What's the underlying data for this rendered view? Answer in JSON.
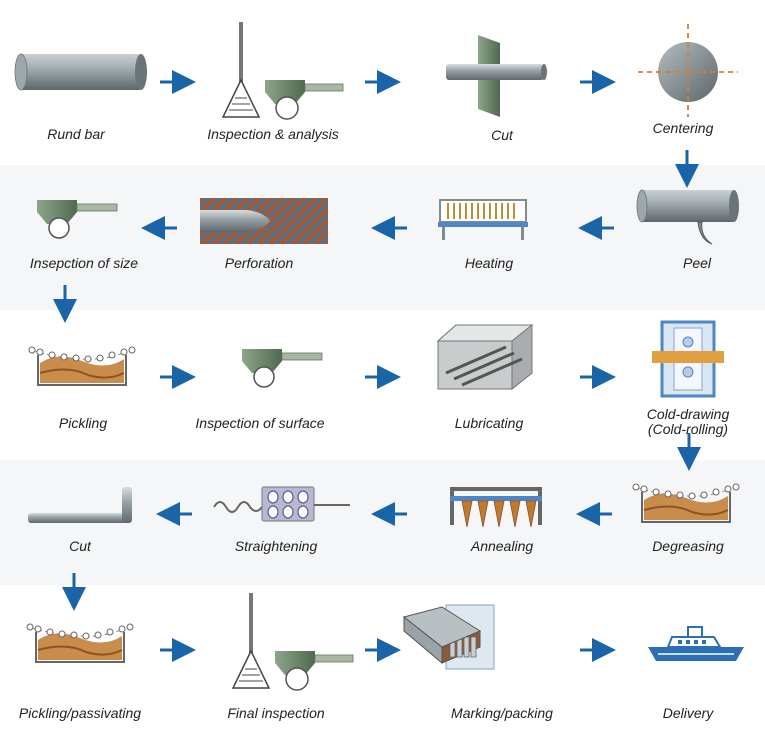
{
  "colors": {
    "arrow": "#1a64a8",
    "steel": "#7f8c8d",
    "green": "#5f7a5f",
    "copper": "#b5622a",
    "orange": "#e0a040",
    "blue_frame": "#4f86c6",
    "ship": "#2b6fb4"
  },
  "steps": [
    {
      "label": "Rund bar",
      "icon": "round-bar-icon"
    },
    {
      "label": "Inspection & analysis",
      "icon": "inspection-analysis-icon"
    },
    {
      "label": "Cut",
      "icon": "cut-icon"
    },
    {
      "label": "Centering",
      "icon": "centering-icon"
    },
    {
      "label": "Peel",
      "icon": "peel-icon"
    },
    {
      "label": "Heating",
      "icon": "heating-icon"
    },
    {
      "label": "Perforation",
      "icon": "perforation-icon"
    },
    {
      "label": "Insepction of size",
      "icon": "size-inspection-icon"
    },
    {
      "label": "Pickling",
      "icon": "pickling-icon"
    },
    {
      "label": "Inspection of surface",
      "icon": "surface-inspection-icon"
    },
    {
      "label": "Lubricating",
      "icon": "lubricating-icon"
    },
    {
      "label": "Cold-drawing",
      "label2": "(Cold-rolling)",
      "icon": "cold-drawing-icon"
    },
    {
      "label": "Degreasing",
      "icon": "degreasing-icon"
    },
    {
      "label": "Annealing",
      "icon": "annealing-icon"
    },
    {
      "label": "Straightening",
      "icon": "straightening-icon"
    },
    {
      "label": "Cut",
      "icon": "cut-pipe-icon"
    },
    {
      "label": "Pickling/passivating",
      "icon": "pickling-passivating-icon"
    },
    {
      "label": "Final inspection",
      "icon": "final-inspection-icon"
    },
    {
      "label": "Marking/packing",
      "icon": "marking-packing-icon"
    },
    {
      "label": "Delivery",
      "icon": "ship-icon"
    }
  ]
}
